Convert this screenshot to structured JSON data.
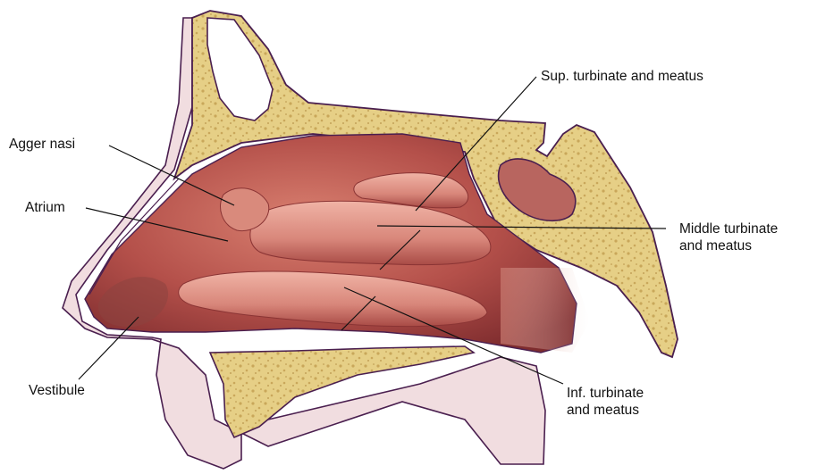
{
  "labels": {
    "sup_turbinate": "Sup. turbinate and meatus",
    "agger_nasi": "Agger nasi",
    "atrium": "Atrium",
    "middle_turbinate_line1": "Middle turbinate",
    "middle_turbinate_line2": "and meatus",
    "vestibule": "Vestibule",
    "inf_turbinate_line1": "Inf. turbinate",
    "inf_turbinate_line2": "and meatus"
  },
  "colors": {
    "bone": "#e6cf86",
    "bone_pore": "#c9a75a",
    "outline": "#4a1f4f",
    "soft_tissue": "#f1dde0",
    "mucosa_dark": "#9a3a3a",
    "mucosa_mid": "#c45e55",
    "mucosa_light": "#e7a39a",
    "sinus_fill": "#b8655f",
    "leader": "#111111"
  }
}
